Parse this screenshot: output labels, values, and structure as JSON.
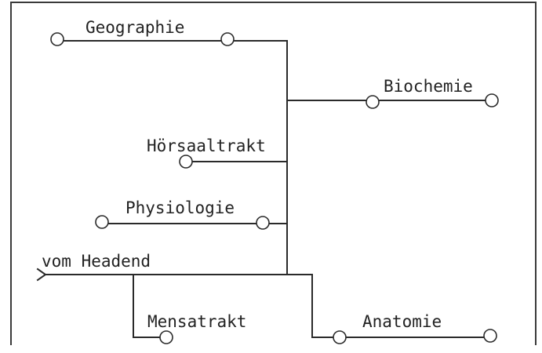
{
  "diagram": {
    "labels": {
      "geographie": "Geographie",
      "biochemie": "Biochemie",
      "hoersaaltrakt": "Hörsaaltrakt",
      "physiologie": "Physiologie",
      "headend": "vom Headend",
      "mensatrakt": "Mensatrakt",
      "anatomie": "Anatomie"
    },
    "colors": {
      "line": "#2a2a2a",
      "background": "#ffffff"
    }
  }
}
